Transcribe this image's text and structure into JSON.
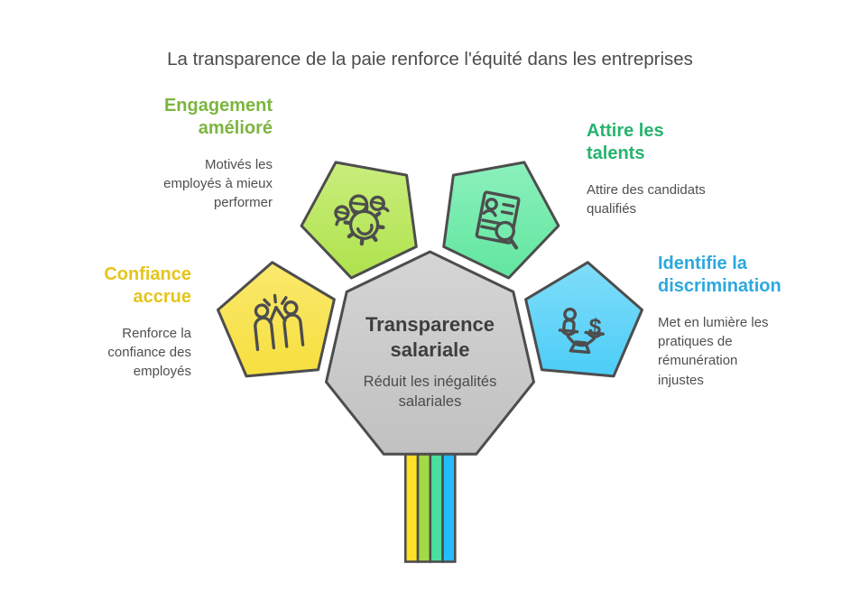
{
  "title": "La transparence de la paie renforce l'équité dans les entreprises",
  "center": {
    "heading": "Transparence\nsalariale",
    "subtitle": "Réduit les inégalités\nsalariales",
    "fill_top": "#D5D5D5",
    "fill_bottom": "#C1C1C1"
  },
  "nodes": [
    {
      "id": "confiance-accrue",
      "heading": "Confiance\naccrue",
      "description": "Renforce la\nconfiance des\nemployés",
      "heading_color": "#E4C51E",
      "fill_top": "#FAE96E",
      "fill_bottom": "#F6DF3E",
      "icon": "high-five-icon"
    },
    {
      "id": "engagement-ameliore",
      "heading": "Engagement\namélioré",
      "description": "Motivés les\nemployés à mieux\nperformer",
      "heading_color": "#7CB53E",
      "fill_top": "#C9EE7C",
      "fill_bottom": "#AFE24C",
      "icon": "team-gear-icon"
    },
    {
      "id": "attire-les-talents",
      "heading": "Attire les\ntalents",
      "description": "Attire des candidats\nqualifiés",
      "heading_color": "#27B36E",
      "fill_top": "#8BF0BC",
      "fill_bottom": "#61E69F",
      "icon": "resume-search-icon"
    },
    {
      "id": "identifie-la-discrimination",
      "heading": "Identifie la\ndiscrimination",
      "description": "Met en lumière les\npratiques de\nrémunération\ninjustes",
      "heading_color": "#2BA9E0",
      "fill_top": "#80DDF9",
      "fill_bottom": "#4CCDF7",
      "icon": "balance-scale-icon"
    }
  ],
  "stripes": [
    "#FFE126",
    "#A2DA45",
    "#49DF9E",
    "#24BDF9"
  ],
  "outline_color": "#4D4D4D",
  "dollar_glyph": "$"
}
